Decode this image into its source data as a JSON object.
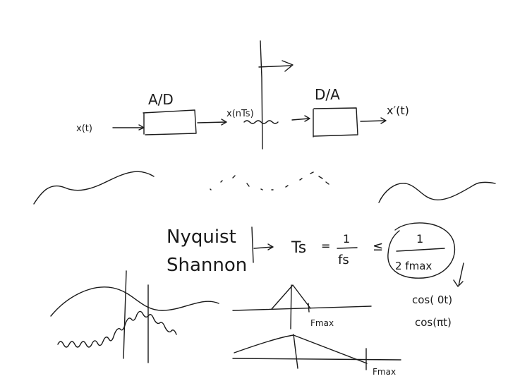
{
  "pipeline": {
    "input_signal": "x(t)",
    "ad_label": "A/D",
    "sampled_signal": "x(nTs)",
    "da_label": "D/A",
    "output_signal": "x′(t)"
  },
  "theorem": {
    "name_line1": "Nyquist",
    "name_line2": "Shannon",
    "ts": "Ts",
    "equals": "=",
    "one": "1",
    "fs": "fs",
    "leq": "≤",
    "bound_num": "1",
    "bound_den": "2 fmax"
  },
  "examples": {
    "cos_line1": "cos(  0t)",
    "cos_line2": "cos(πt)"
  },
  "spectrum": {
    "fmax_label_1": "Fmax",
    "fmax_label_2": "Fmax"
  },
  "colors": {
    "ink": "#1a1a1a",
    "background": "#ffffff"
  }
}
